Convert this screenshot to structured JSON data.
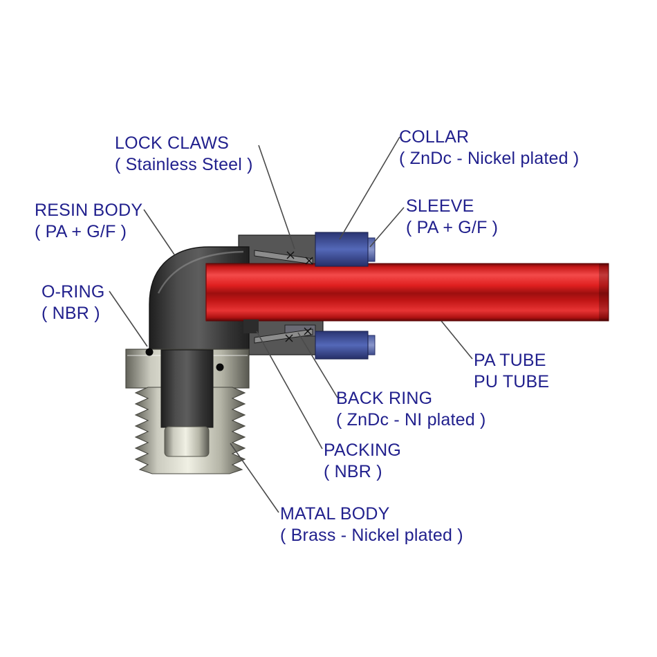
{
  "diagram": {
    "type": "technical-cutaway",
    "subject": "Push-in elbow pneumatic fitting cross-section",
    "labels": [
      {
        "name": "lock-claws",
        "line1": "LOCK CLAWS",
        "line2": "( Stainless Steel )"
      },
      {
        "name": "collar",
        "line1": "COLLAR",
        "line2": "( ZnDc - Nickel plated )"
      },
      {
        "name": "sleeve",
        "line1": "SLEEVE",
        "line2": "( PA + G/F )"
      },
      {
        "name": "resin-body",
        "line1": "RESIN BODY",
        "line2": "( PA + G/F )"
      },
      {
        "name": "o-ring",
        "line1": "O-RING",
        "line2": "( NBR )"
      },
      {
        "name": "pa-tube",
        "line1": "PA TUBE",
        "line2": "PU TUBE"
      },
      {
        "name": "back-ring",
        "line1": "BACK RING",
        "line2": "( ZnDc - NI plated )"
      },
      {
        "name": "packing",
        "line1": "PACKING",
        "line2": "( NBR )"
      },
      {
        "name": "matal-body",
        "line1": "MATAL BODY",
        "line2": "( Brass - Nickel plated )"
      }
    ],
    "colors": {
      "label_text": "#21208d",
      "leader_line": "#4a4a4a",
      "tube_red": "#de1414",
      "resin_body_dark": "#3a3a3a",
      "collar_blue": "#3c4c9c",
      "metal_silver": "#d9d9cd",
      "background": "#ffffff"
    }
  }
}
